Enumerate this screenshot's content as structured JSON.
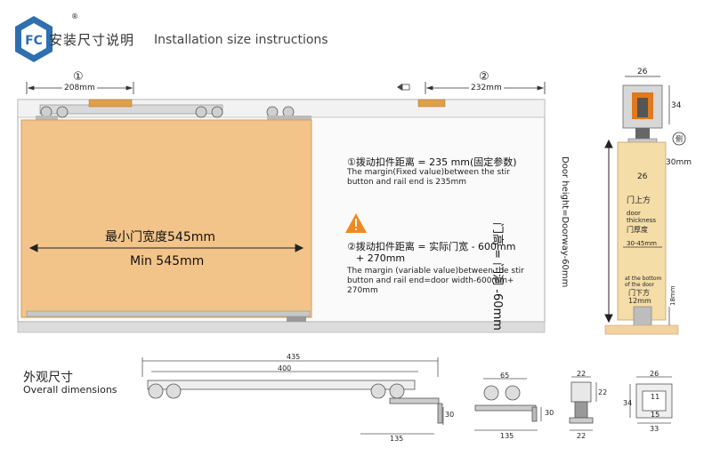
{
  "header": {
    "title_cn": "安装尺寸说明",
    "title_en": "Installation size instructions",
    "registered_mark": "®"
  },
  "labels": {
    "marker1": "①",
    "marker2": "②",
    "dim208": "208mm",
    "dim232": "232mm",
    "door_min_cn": "最小门宽度545mm",
    "door_min_en": "Min 545mm"
  },
  "notes": {
    "n1_title": "①拨动扣件距离 = 235 mm(固定参数)",
    "n1_l1": "The margin(Fixed value)between the stir",
    "n1_l2": "button and rail end is 235mm",
    "n2_title_l1": "②拨动扣件距离 = 实际门宽 - 600mm",
    "n2_title_l2": "+ 270mm",
    "n2_l1": "The margin (variable value)between the stir",
    "n2_l2": "button and rail end=door width-600mm+",
    "n2_l3": "270mm"
  },
  "side": {
    "vertical_cn": "门高 = 门洞 -60mm",
    "vertical_en": "Door height=Doorway-60mm",
    "dim26_top": "26",
    "dim34": "34",
    "side_label": "侧",
    "dim30": "30mm",
    "dim26_mid": "26",
    "door_top_cn": "门上方",
    "door_thickness_en_l1": "door",
    "door_thickness_en_l2": "thickness",
    "door_thickness_cn": "门厚度",
    "thickness_range": "30-45mm",
    "bottom_en_l1": "at the bottom",
    "bottom_en_l2": "of the door",
    "bottom_cn": "门下方",
    "dim12": "12mm",
    "dim18": "18mm"
  },
  "overall": {
    "title_cn": "外观尺寸",
    "title_en": "Overall dimensions",
    "dim435": "435",
    "dim400": "400",
    "dim30": "30",
    "dim135": "135",
    "dim65": "65",
    "dim135b": "135",
    "dim30b": "30",
    "dim22a": "22",
    "dim22b": "22",
    "dim22c": "22",
    "dim26": "26",
    "dim11": "11",
    "dim34": "34",
    "dim15": "15",
    "dim33": "33"
  },
  "colors": {
    "door": "#f2c48a",
    "door_outline": "#c9a06a",
    "frame": "#f3f3f3",
    "warning": "#f08a1e",
    "logo": "#2e6fb0",
    "orange_part": "#e07a1e"
  }
}
